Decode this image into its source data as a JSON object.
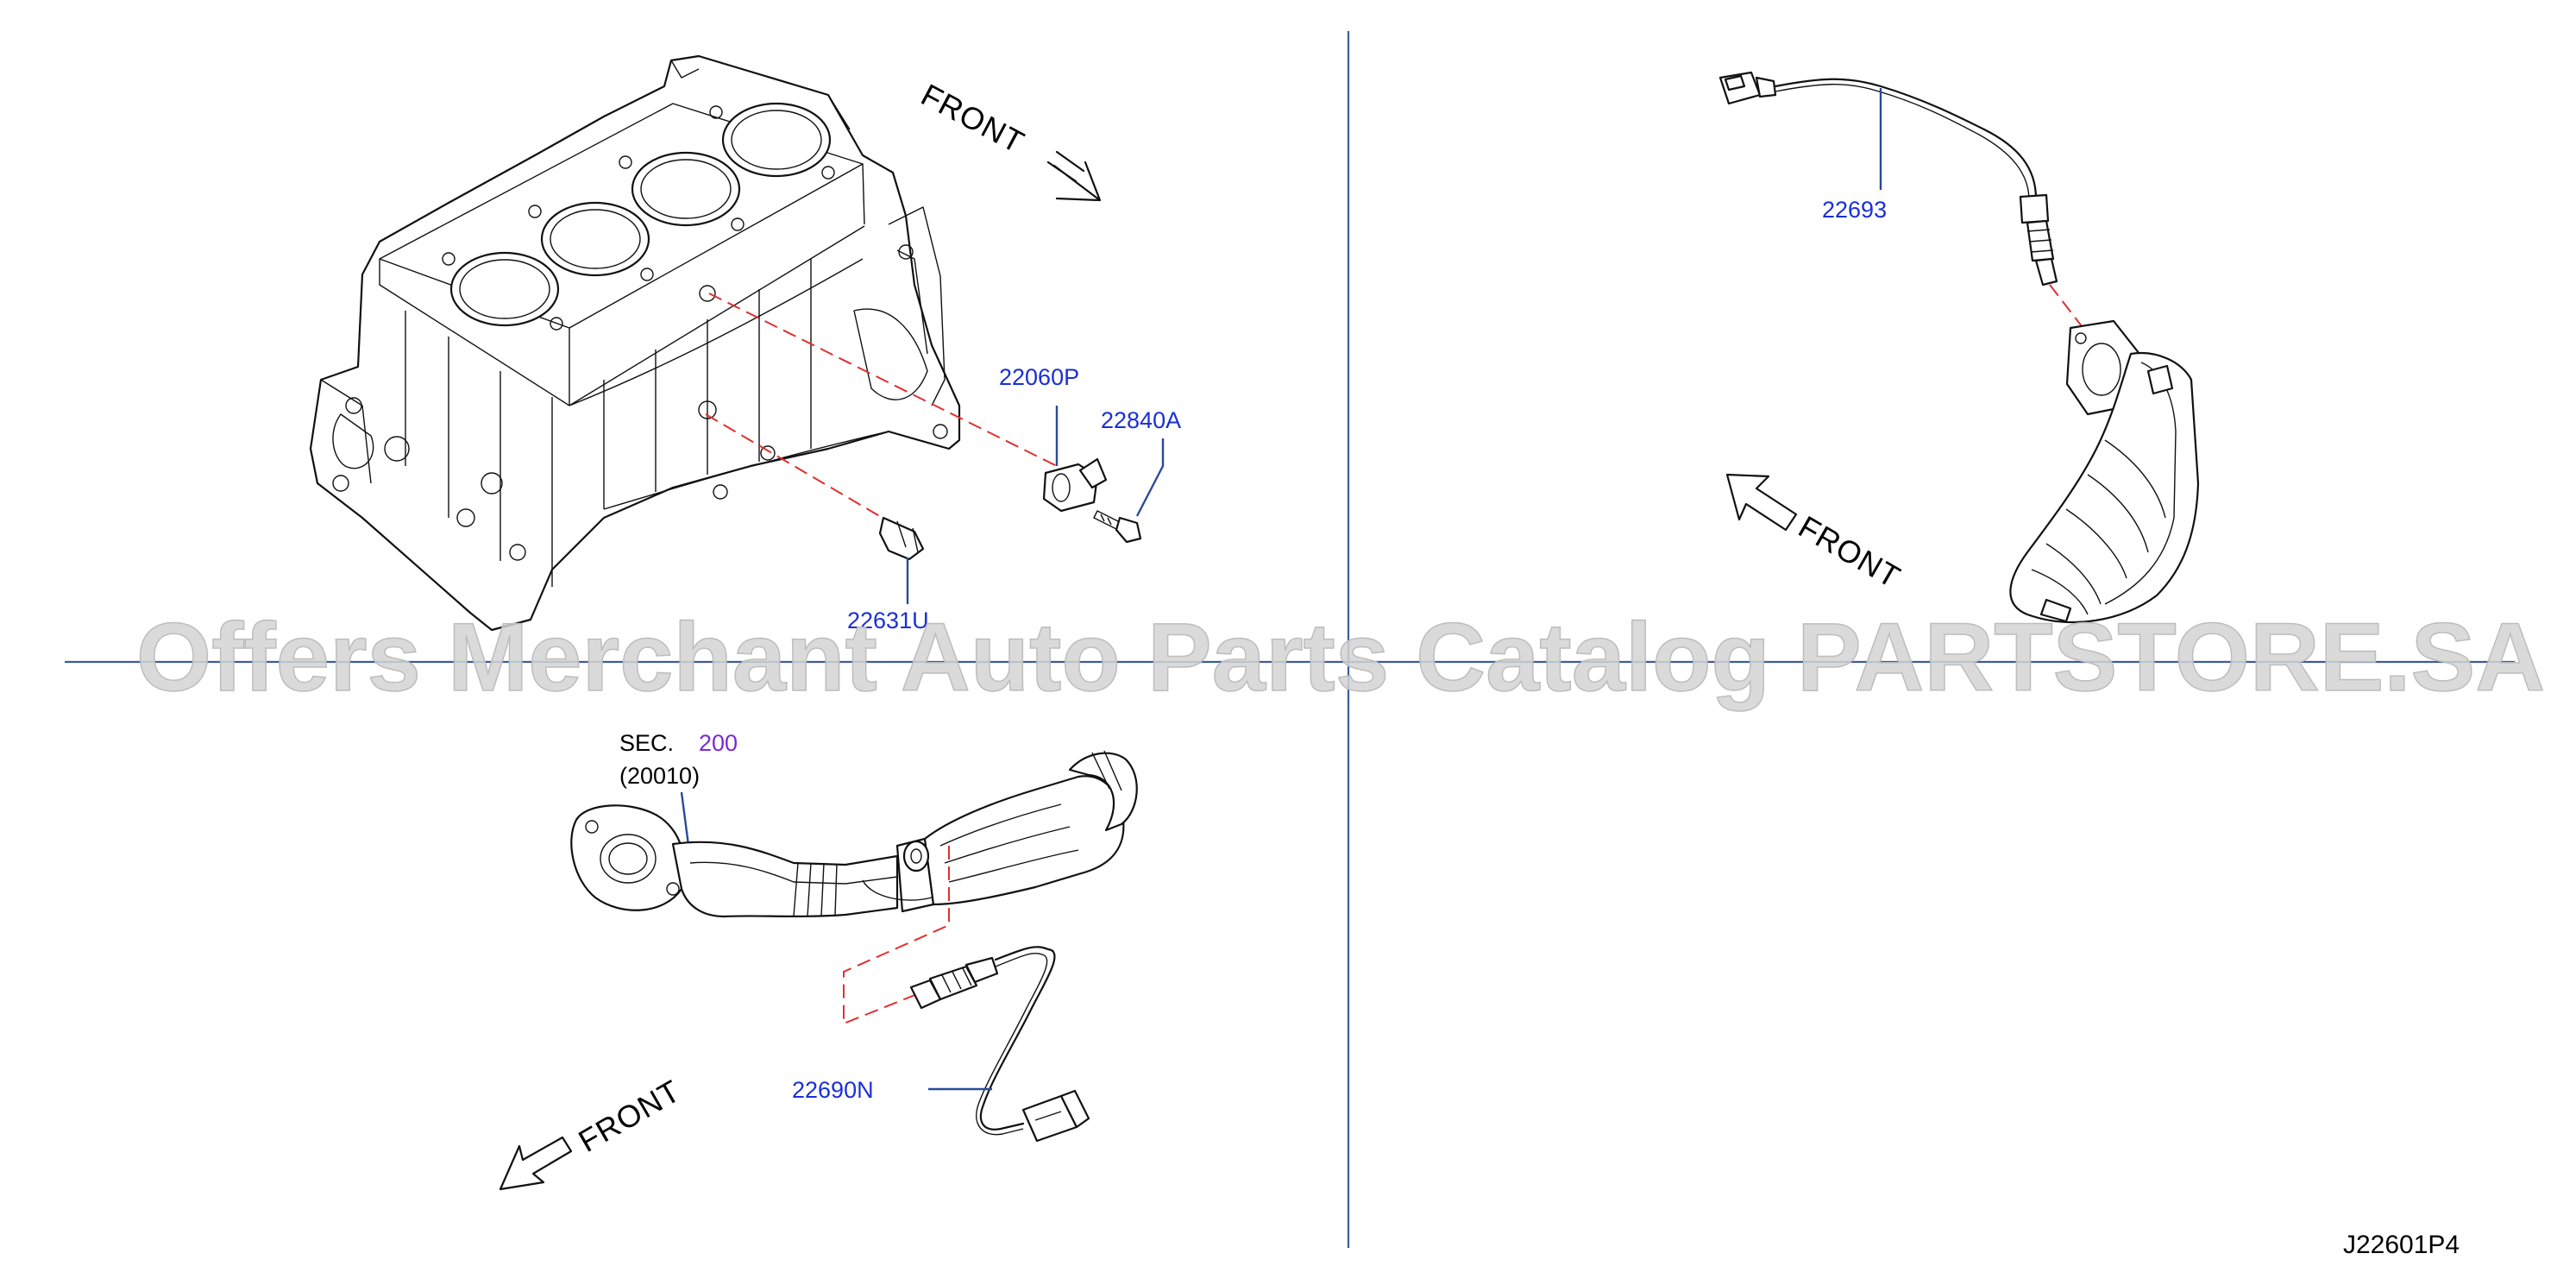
{
  "parts": {
    "p22060P": "22060P",
    "p22840A": "22840A",
    "p22631U": "22631U",
    "p22693": "22693",
    "p22690N": "22690N"
  },
  "section_ref": {
    "sec_label": "SEC.",
    "sec_number": "200",
    "sec_code": "(20010)"
  },
  "orientation": {
    "front_label": "FRONT"
  },
  "watermark": "Offers Merchant Auto Parts Catalog PARTSTORE.SA",
  "diagram_code": "J22601P4",
  "colors": {
    "part_number": "#1a2fd6",
    "section_number": "#7a2ad6",
    "divider": "#3a5c9c",
    "dashed_guide": "#e03030"
  }
}
